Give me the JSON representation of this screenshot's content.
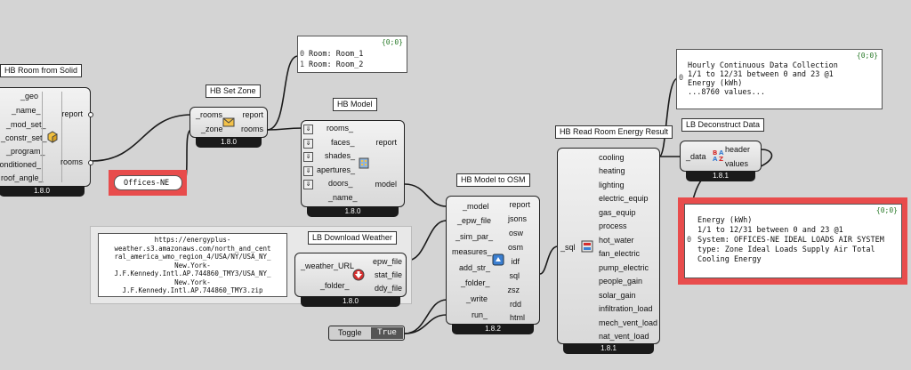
{
  "room_from_solid": {
    "title": "HB Room from Solid",
    "version": "1.8.0",
    "inputs": [
      "_geo",
      "_name_",
      "_mod_set_",
      "_constr_set_",
      "_program_",
      "conditioned_",
      "roof_angle_"
    ],
    "outputs": [
      "report",
      "rooms"
    ]
  },
  "offices_panel": {
    "text": "Offices-NE"
  },
  "set_zone": {
    "title": "HB Set Zone",
    "version": "1.8.0",
    "inputs": [
      "_rooms",
      "_zone"
    ],
    "outputs": [
      "report",
      "rooms"
    ]
  },
  "rooms_panel": {
    "tag": "{0;0}",
    "lines": [
      {
        "idx": "0",
        "text": "Room: Room_1"
      },
      {
        "idx": "1",
        "text": "Room: Room_2"
      }
    ]
  },
  "model": {
    "title": "HB Model",
    "version": "1.8.0",
    "inputs": [
      "rooms_",
      "faces_",
      "shades_",
      "apertures_",
      "doors_",
      "_name_"
    ],
    "outputs": [
      "report",
      "model"
    ]
  },
  "epw_panel": {
    "lines": [
      "https://energyplus-",
      "weather.s3.amazonaws.com/north_and_cent",
      "ral_america_wmo_region_4/USA/NY/USA_NY_",
      "New.York-",
      "J.F.Kennedy.Intl.AP.744860_TMY3/USA_NY_",
      "New.York-",
      "J.F.Kennedy.Intl.AP.744860_TMY3.zip"
    ]
  },
  "download_weather": {
    "title": "LB Download Weather",
    "version": "1.8.0",
    "inputs": [
      "_weather_URL",
      "_folder_"
    ],
    "outputs": [
      "epw_file",
      "stat_file",
      "ddy_file"
    ]
  },
  "toggle": {
    "label": "Toggle",
    "value": "True"
  },
  "model_to_osm": {
    "title": "HB Model to OSM",
    "version": "1.8.2",
    "inputs": [
      "_model",
      "_epw_file",
      "_sim_par_",
      "measures_",
      "add_str_",
      "_folder_",
      "_write",
      "run_"
    ],
    "outputs": [
      "report",
      "jsons",
      "osw",
      "osm",
      "idf",
      "sql",
      "zsz",
      "rdd",
      "html"
    ]
  },
  "read_room": {
    "title": "HB Read Room Energy Result",
    "version": "1.8.1",
    "inputs": [
      "_sql"
    ],
    "outputs": [
      "cooling",
      "heating",
      "lighting",
      "electric_equip",
      "gas_equip",
      "process",
      "hot_water",
      "fan_electric",
      "pump_electric",
      "people_gain",
      "solar_gain",
      "infiltration_load",
      "mech_vent_load",
      "nat_vent_load"
    ]
  },
  "hourly_panel": {
    "tag": "{0;0}",
    "idx": "0",
    "lines": [
      "Hourly Continuous Data Collection",
      "1/1 to 12/31 between 0 and 23 @1",
      "Energy (kWh)",
      "...8760 values..."
    ]
  },
  "deconstruct": {
    "title": "LB Deconstruct Data",
    "version": "1.8.1",
    "inputs": [
      "_data"
    ],
    "outputs": [
      "header",
      "values"
    ]
  },
  "header_panel": {
    "tag": "{0;0}",
    "idx": "0",
    "lines": [
      "Energy (kWh)",
      "1/1 to 12/31 between 0 and 23 @1",
      "System: OFFICES-NE IDEAL LOADS AIR SYSTEM",
      "type: Zone Ideal Loads Supply Air Total",
      "Cooling Energy"
    ]
  },
  "colors": {
    "highlight": "#e84c4c",
    "canvas": "#d4d4d4",
    "wire": "#1a1a1a"
  }
}
